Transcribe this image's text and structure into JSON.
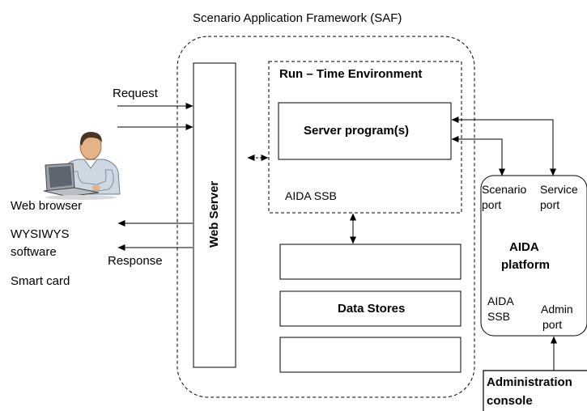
{
  "title": "Scenario Application Framework (SAF)",
  "runtime": {
    "title": "Run – Time Environment",
    "server_program": "Server program(s)",
    "ssb_label": "AIDA SSB"
  },
  "web_server": "Web Server",
  "data_stores": "Data Stores",
  "request": "Request",
  "response": "Response",
  "client": {
    "web_browser": "Web browser",
    "wysiwys_line1": "WYSIWYS",
    "wysiwys_line2": "software",
    "smart_card": "Smart card"
  },
  "aida_platform": {
    "scenario_port_line1": "Scenario",
    "scenario_port_line2": "port",
    "service_port_line1": "Service",
    "service_port_line2": "port",
    "name_line1": "AIDA",
    "name_line2": "platform",
    "ssb_line1": "AIDA",
    "ssb_line2": "SSB",
    "admin_port_line1": "Admin",
    "admin_port_line2": "port"
  },
  "admin_console": {
    "line1": "Administration",
    "line2": "console"
  }
}
